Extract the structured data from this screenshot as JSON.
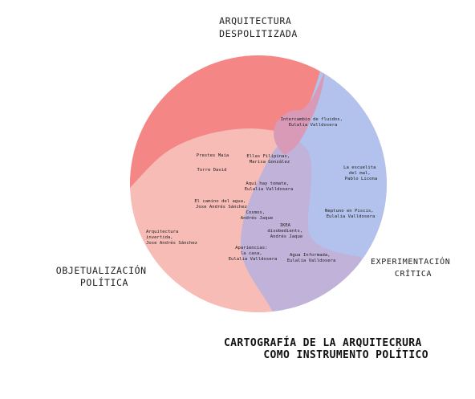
{
  "regions": {
    "top": {
      "lines": [
        "ARQUITECTURA",
        "DESPOLITIZADA"
      ],
      "color": "#f48686"
    },
    "left": {
      "lines": [
        "OBJETUALIZACIÓN",
        "POLÍTICA"
      ],
      "color": "#f7bcb5"
    },
    "right": {
      "lines": [
        "EXPERIMENTACIÓN",
        "CRÍTICA"
      ],
      "color": "#b3c2ec"
    }
  },
  "nodes": [
    {
      "lines": [
        "Intercambio de fluidos,",
        "Eulalia Valldosera"
      ]
    },
    {
      "lines": [
        "Prestes Maia"
      ]
    },
    {
      "lines": [
        "Ellas Filipinas,",
        "Marisa González"
      ]
    },
    {
      "lines": [
        "Torre David"
      ]
    },
    {
      "lines": [
        "La escuelita",
        "del mal,",
        "Pablo Licona"
      ]
    },
    {
      "lines": [
        "Aquí hay tomate,",
        "Eulalia Valldosera"
      ]
    },
    {
      "lines": [
        "El camino del agua,",
        "Jose Andrés Sánchez"
      ]
    },
    {
      "lines": [
        "Neptuno en Piscis,",
        "Eulalia Valldosera"
      ]
    },
    {
      "lines": [
        "Cosmos,",
        "Andrés Jaque"
      ]
    },
    {
      "lines": [
        "IKEA",
        "disobedients,",
        "Andrés Jaque"
      ]
    },
    {
      "lines": [
        "Arquitectura",
        "invertida,",
        "Jose Andrés Sánchez"
      ]
    },
    {
      "lines": [
        "Apariencias:",
        "la casa,",
        "Eulalia Valldosera"
      ]
    },
    {
      "lines": [
        "Agua Informada,",
        "Eulalia Valldosera"
      ]
    }
  ],
  "title": {
    "lines": [
      "CARTOGRAFÍA DE LA ARQUITECRURA",
      "COMO INSTRUMENTO POLÍTICO"
    ]
  }
}
